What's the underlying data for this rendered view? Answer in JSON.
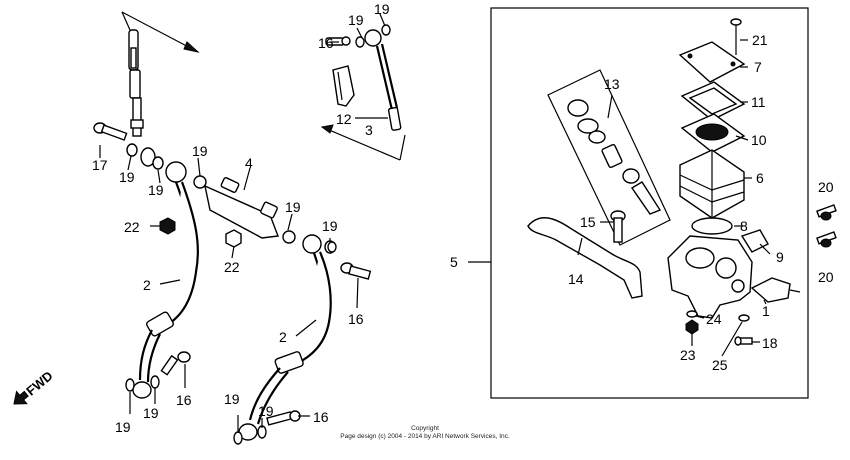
{
  "title": "",
  "direction_label": "FWD",
  "copyright": {
    "line1": "Copyright",
    "line2": "Page design (c) 2004 - 2014 by ARI Network Services, Inc."
  },
  "labels": {
    "l16a": "16",
    "l19a": "19",
    "l19b": "19",
    "l12": "12",
    "l3": "3",
    "l17": "17",
    "l19c": "19",
    "l19d": "19",
    "l19e": "19",
    "l4": "4",
    "l19f": "19",
    "l22a": "22",
    "l22b": "22",
    "l2a": "2",
    "l19g": "19",
    "l16b": "16",
    "l2b": "2",
    "l19h": "19",
    "l19i": "19",
    "l16c": "16",
    "l19j": "19",
    "l19k": "19",
    "l16d": "16",
    "l13": "13",
    "l21": "21",
    "l7": "7",
    "l11": "11",
    "l10": "10",
    "l6": "6",
    "l15": "15",
    "l8": "8",
    "l5": "5",
    "l9": "9",
    "l14": "14",
    "l1": "1",
    "l24": "24",
    "l23": "23",
    "l18": "18",
    "l25": "25",
    "l20a": "20",
    "l20b": "20"
  }
}
